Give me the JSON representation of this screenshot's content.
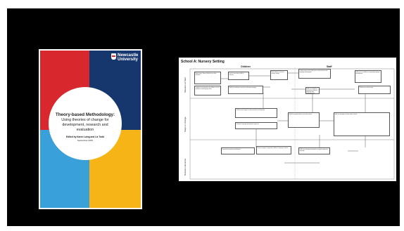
{
  "book": {
    "logo": {
      "line1": "Newcastle",
      "line2": "University"
    },
    "title": "Theory-based Methodology:",
    "subtitle": "Using theories of change for development, research and evaluation",
    "editors": "Edited by Karen Laing and Liz Todd",
    "date": "September 2015",
    "colors": {
      "red": "#d9272e",
      "navy": "#16376e",
      "blue": "#3aa0d9",
      "yellow": "#f6b417"
    }
  },
  "diagram": {
    "title": "School A: Nursery Setting",
    "columns": [
      "Children",
      "Staff"
    ],
    "rows": [
      "Situation at Start",
      "Steps to change",
      "Desired outcomes"
    ],
    "boxes": [
      "Mixed intake. Some children from ethnic minorities.",
      "Lack of some basic skills for learning.",
      "Most children in school's nursery setting.",
      "Limited or low aspirations for children. Lack of confidence and language skills.",
      "Limited resources for early years communication and language development.",
      "Staff are not confident in supporting language development.",
      "Staff use small-group activities to develop language.",
      "Staff are confident in supporting children's language and communication.",
      "Children are school ready.",
      "Children meet targets in communication and language.",
      "Children's language development improves.",
      "Staff share good practice across the school.",
      "Staff use strategies at home and in school.",
      "Parents feel involved and informed.",
      "Parents engage in supporting children's language at home.",
      "Staff have developed strategies to support early years language."
    ]
  }
}
